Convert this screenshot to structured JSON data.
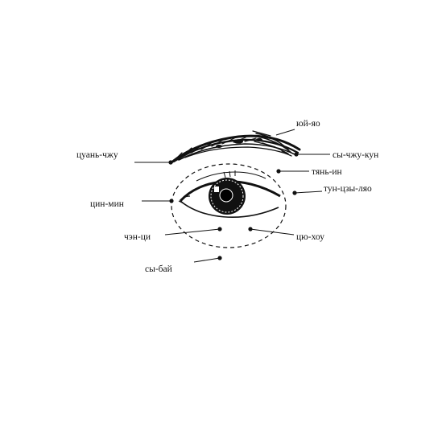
{
  "labels": {
    "yuy_yao": "юй-яо",
    "tsuan_chzhu": "цуань-чжу",
    "sy_chzhu_kun": "сы-чжу-кун",
    "tyan_in": "тянь-ин",
    "tun_tszy_lyao": "тун-цзы-ляо",
    "tsin_min": "цин-мин",
    "chen_tsi": "чэн-ци",
    "tsyu_khou": "цю-хоу",
    "sy_bay": "сы-бай"
  },
  "colors": {
    "ink": "#111111",
    "background": "#ffffff"
  }
}
